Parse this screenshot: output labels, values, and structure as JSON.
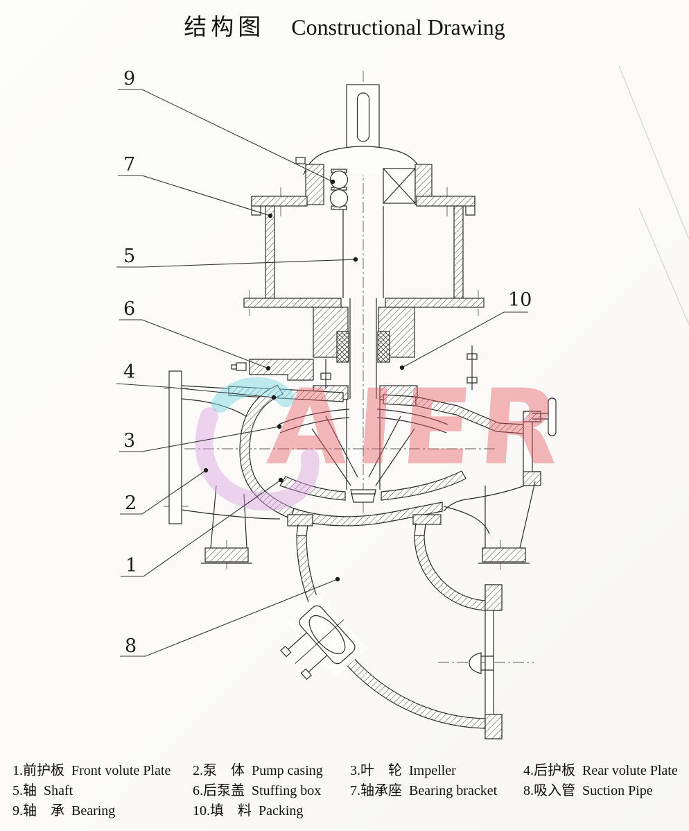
{
  "title": {
    "zh": "结构图",
    "en": "Constructional Drawing"
  },
  "watermark": {
    "text": "AIER"
  },
  "callouts": {
    "c1": "1",
    "c2": "2",
    "c3": "3",
    "c4": "4",
    "c5": "5",
    "c6": "6",
    "c7": "7",
    "c8": "8",
    "c9": "9",
    "c10": "10"
  },
  "legend": {
    "items": [
      {
        "zh": "1.前护板",
        "en": "Front volute Plate"
      },
      {
        "zh": "2.泵　体",
        "en": "Pump casing"
      },
      {
        "zh": "3.叶　轮",
        "en": "Impeller"
      },
      {
        "zh": "4.后护板",
        "en": "Rear volute Plate"
      },
      {
        "zh": "5.轴",
        "en": "Shaft"
      },
      {
        "zh": "6.后泵盖",
        "en": "Stuffing box"
      },
      {
        "zh": "7.轴承座",
        "en": "Bearing bracket"
      },
      {
        "zh": "8.吸入管",
        "en": "Suction Pipe"
      },
      {
        "zh": "9.轴　承",
        "en": "Bearing"
      },
      {
        "zh": "10.填　料",
        "en": "Packing"
      }
    ]
  }
}
